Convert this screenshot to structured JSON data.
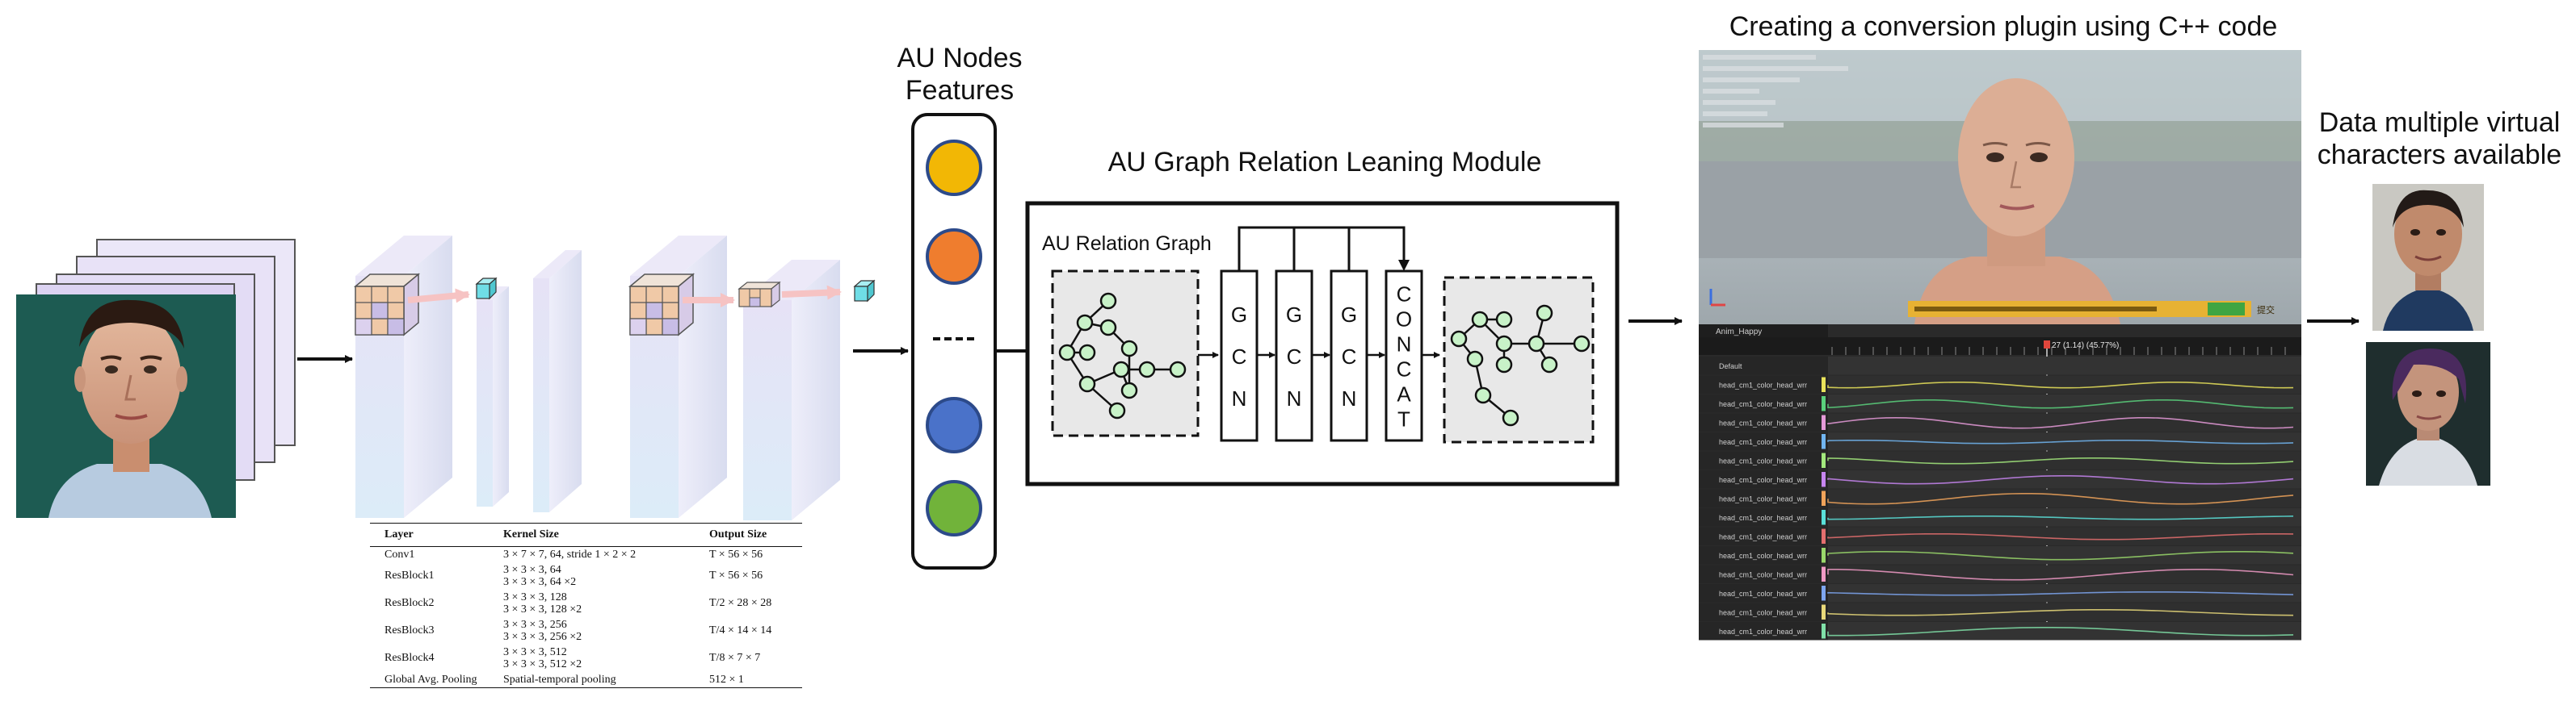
{
  "labels": {
    "au_nodes": [
      "AU Nodes",
      "Features"
    ],
    "module_title": "AU Graph Relation Leaning Module",
    "relation_graph": "AU Relation Graph",
    "plugin_title": "Creating a conversion plugin using C++ code",
    "virtual_title": [
      "Data multiple virtual",
      "characters available"
    ]
  },
  "module_blocks": [
    {
      "name": "GCN",
      "letters": [
        "G",
        "C",
        "N"
      ]
    },
    {
      "name": "GCN",
      "letters": [
        "G",
        "C",
        "N"
      ]
    },
    {
      "name": "GCN",
      "letters": [
        "G",
        "C",
        "N"
      ]
    },
    {
      "name": "CONCAT",
      "letters": [
        "C",
        "O",
        "N",
        "C",
        "A",
        "T"
      ]
    }
  ],
  "au_nodes": {
    "colors": [
      "#f2b705",
      "#ef7d2e",
      "#4a72c9",
      "#71b33a"
    ],
    "ellipsis": "-----"
  },
  "colors": {
    "node_fill": "#c8f2c8",
    "graph_bg": "#e8e8e8",
    "volume_face": "#e6e7f6",
    "volume_side": "#dadcf0",
    "kernel_orange": "#f0c9a7",
    "kernel_purple": "#c8bde6",
    "output_cube": "#6fdde6",
    "skip_arrow": "#f6c3c3"
  },
  "layer_table": {
    "headers": [
      "Layer",
      "Kernel Size",
      "Output Size"
    ],
    "rows": [
      {
        "layer": "Conv1",
        "kernel": [
          "3 × 7 × 7, 64, stride 1 × 2 × 2"
        ],
        "output": "T × 56 × 56"
      },
      {
        "layer": "ResBlock1",
        "kernel": [
          "3 × 3 × 3, 64",
          "3 × 3 × 3, 64 ×2"
        ],
        "output": "T × 56 × 56"
      },
      {
        "layer": "ResBlock2",
        "kernel": [
          "3 × 3 × 3, 128",
          "3 × 3 × 3, 128 ×2"
        ],
        "output": "T/2 × 28 × 28"
      },
      {
        "layer": "ResBlock3",
        "kernel": [
          "3 × 3 × 3, 256",
          "3 × 3 × 3, 256 ×2"
        ],
        "output": "T/4 × 14 × 14"
      },
      {
        "layer": "ResBlock4",
        "kernel": [
          "3 × 3 × 3, 512",
          "3 × 3 × 3, 512 ×2"
        ],
        "output": "T/8 × 7 × 7"
      },
      {
        "layer": "Global Avg. Pooling",
        "kernel": [
          "Spatial-temporal pooling"
        ],
        "output": "512 × 1"
      }
    ]
  },
  "editor": {
    "toolbar_button": "提交",
    "tab_label": "Anim_Happy",
    "timeline_readout": "27 (1.14) (45.77%)",
    "rows": [
      "Default",
      "head_cm1_color_head_wrr",
      "head_cm1_color_head_wrr",
      "head_cm1_color_head_wrr",
      "head_cm1_color_head_wrr",
      "head_cm1_color_head_wrr",
      "head_cm1_color_head_wrr",
      "head_cm1_color_head_wrr",
      "head_cm1_color_head_wrr",
      "head_cm1_color_head_wrr",
      "head_cm1_color_head_wrr",
      "head_cm1_color_head_wrr",
      "head_cm1_color_head_wrr",
      "head_cm1_color_head_wrr",
      "head_cm1_color_head_wrr"
    ],
    "row_colors": [
      "#e9e35b",
      "#5ad17c",
      "#e59ad8",
      "#71b5f0",
      "#a3e97d",
      "#c785f0",
      "#f0a35a",
      "#5ae0d9",
      "#e46f6f",
      "#9ad86b",
      "#f09ac5",
      "#7ea6f0",
      "#e9d97a",
      "#80e0a8"
    ]
  },
  "title": ""
}
